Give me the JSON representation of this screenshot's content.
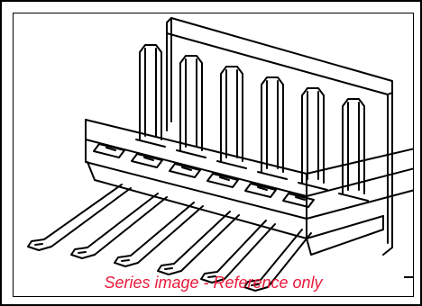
{
  "caption": "Series image - Reference only",
  "drawing": {
    "subject": "right-angle pin header connector, 6 positions",
    "icon": "connector-line-drawing",
    "pin_count": 6
  },
  "colors": {
    "caption": "#e8193b",
    "line": "#000000",
    "background": "#ffffff"
  }
}
